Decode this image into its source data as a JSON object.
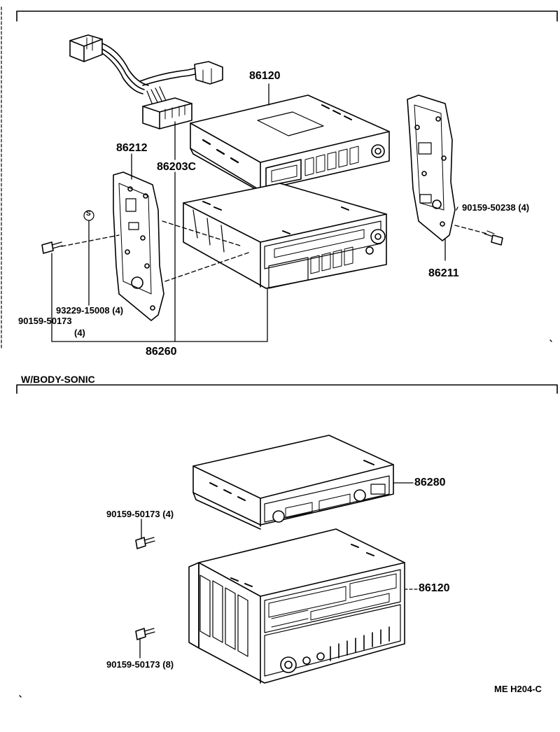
{
  "upper": {
    "harness_part": "86203C",
    "radio_upper_part": "86120",
    "left_bracket_part": "86212",
    "right_bracket_part": "86211",
    "right_screw_part": "90159-50238 (4)",
    "symbol_letter": "S",
    "nut_part": "93229-15008 (4)",
    "left_screw_part": "90159-50173",
    "left_screw_qty": "(4)",
    "assembly_part": "86260"
  },
  "lower": {
    "section_title": "W/BODY-SONIC",
    "tuner_part": "86280",
    "screw_top_part": "90159-50173 (4)",
    "stereo_part": "86120",
    "screw_bottom_part": "90159-50173 (8)"
  },
  "figure_code": "ME H204-C"
}
